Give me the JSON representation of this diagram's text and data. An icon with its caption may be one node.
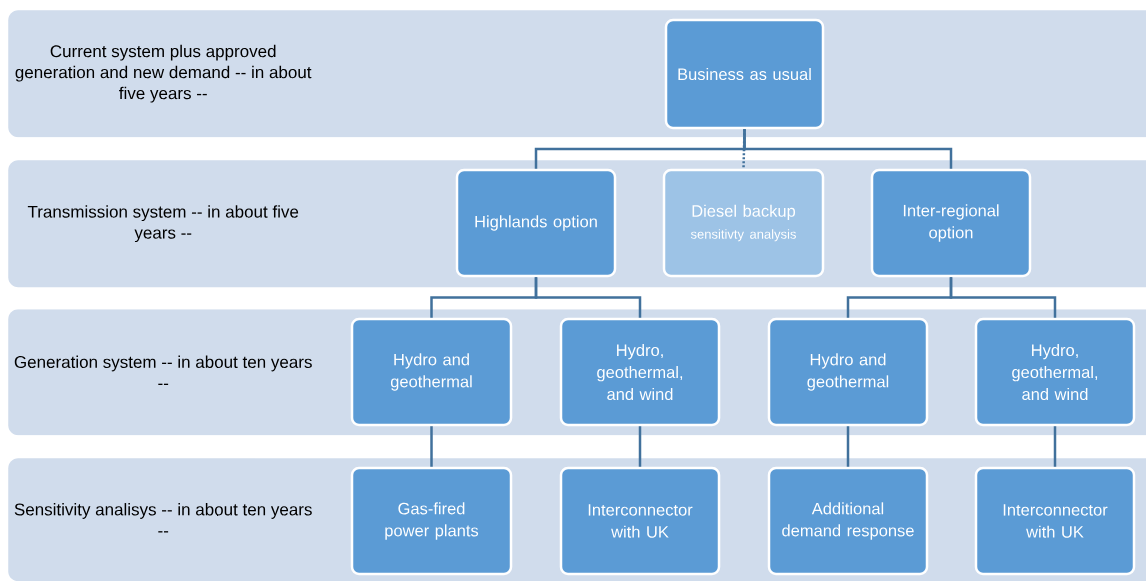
{
  "diagram": {
    "nodes": [
      {
        "text": [
          "Current system plus approved generation and new demand -- in about five years --"
        ]
      },
      {
        "text": [
          "Business as usual"
        ],
        "in": 0
      },
      {
        "text": [
          "Transmission system -- in about five years --"
        ]
      },
      {
        "text": [
          "Highlands option"
        ],
        "in": 2
      },
      {
        "text": [
          "Diesel backup",
          "sensitivty analysis"
        ],
        "in": 2
      },
      {
        "text": [
          "Inter-regional option"
        ],
        "in": 2
      },
      {
        "text": [
          "Generation system -- in about ten years --"
        ]
      },
      {
        "text": [
          "Hydro and geothermal"
        ],
        "in": 6
      },
      {
        "text": [
          "Hydro, geothermal, and wind"
        ],
        "in": 6
      },
      {
        "text": [
          "Hydro and geothermal"
        ],
        "in": 6
      },
      {
        "text": [
          "Hydro, geothermal, and wind"
        ],
        "in": 6
      },
      {
        "text": [
          "Sensitivity analisys -- in about ten years --"
        ]
      },
      {
        "text": [
          "Gas-fired power plants"
        ],
        "in": 11
      },
      {
        "text": [
          "Interconnector with UK"
        ],
        "in": 11
      },
      {
        "text": [
          "Additional demand response"
        ],
        "in": 11
      },
      {
        "text": [
          "Interconnector with UK"
        ],
        "in": 11
      }
    ],
    "edges": [
      {
        "from": 1,
        "to": 3,
        "arrow": "none"
      },
      {
        "from": 1,
        "to": 4,
        "arrow": "none",
        "style": "dashed"
      },
      {
        "from": 1,
        "to": 5,
        "arrow": "none"
      },
      {
        "from": 3,
        "to": 7,
        "arrow": "none"
      },
      {
        "from": 3,
        "to": 8,
        "arrow": "none"
      },
      {
        "from": 5,
        "to": 9,
        "arrow": "none"
      },
      {
        "from": 5,
        "to": 10,
        "arrow": "none"
      },
      {
        "from": 7,
        "to": 12,
        "arrow": "none"
      },
      {
        "from": 8,
        "to": 13,
        "arrow": "none"
      },
      {
        "from": 9,
        "to": 14,
        "arrow": "none"
      },
      {
        "from": 10,
        "to": 15,
        "arrow": "none"
      }
    ]
  }
}
